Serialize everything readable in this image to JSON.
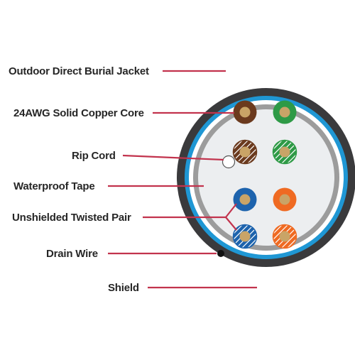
{
  "labels": {
    "jacket": "Outdoor Direct Burial Jacket",
    "core": "24AWG Solid Copper Core",
    "rip_cord": "Rip Cord",
    "waterproof_tape": "Waterproof Tape",
    "twisted_pair": "Unshielded Twisted Pair",
    "drain_wire": "Drain Wire",
    "shield": "Shield"
  },
  "colors": {
    "leader_line": "#c2334d",
    "jacket": "#3a3a3c",
    "shield": "#1f97d4",
    "waterproof_tape": "#9c9c9c",
    "filler": "#eceef0",
    "copper": "#c9a467",
    "pair_brown": "#6b3a1e",
    "pair_green": "#2e9a46",
    "pair_blue": "#1d63ad",
    "pair_orange": "#ef6a22"
  }
}
